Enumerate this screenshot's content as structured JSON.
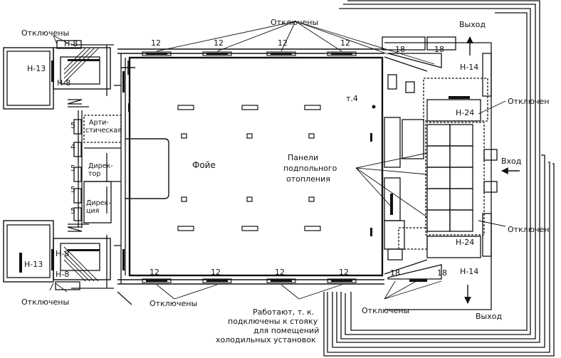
{
  "colors": {
    "ink": "#111111",
    "paper": "#ffffff",
    "panel_dash": "#333333"
  },
  "labels": {
    "off_top_left": "Отключены",
    "off_top_center": "Отключены",
    "off_bottom_left": "Отключены",
    "off_bottom_center": "Отключены",
    "off_bottom_right": "Отключены",
    "off_right_top": "Отключен",
    "off_right_bottom": "Отключен",
    "exit_top": "Выход",
    "exit_bottom": "Выход",
    "entrance": "Вход",
    "foyer": "Фойе",
    "panels": [
      "Панели",
      "подпольного",
      "отопления"
    ],
    "working_note": [
      "Работают, т. к.",
      "подключены к стояку",
      "для помещений",
      "холодильных установок"
    ],
    "artist_room": [
      "Арти-",
      "стическая"
    ],
    "director_room": [
      "Дирек-",
      "тор"
    ],
    "directorate_room": [
      "Дирек-",
      "ция"
    ],
    "point": "т.4"
  },
  "units": {
    "h8": "Н-8",
    "h13": "Н-13",
    "h14": "Н-14",
    "h24": "Н-24",
    "n12": "12",
    "n18": "18",
    "n5": "5",
    "n4": "4"
  }
}
